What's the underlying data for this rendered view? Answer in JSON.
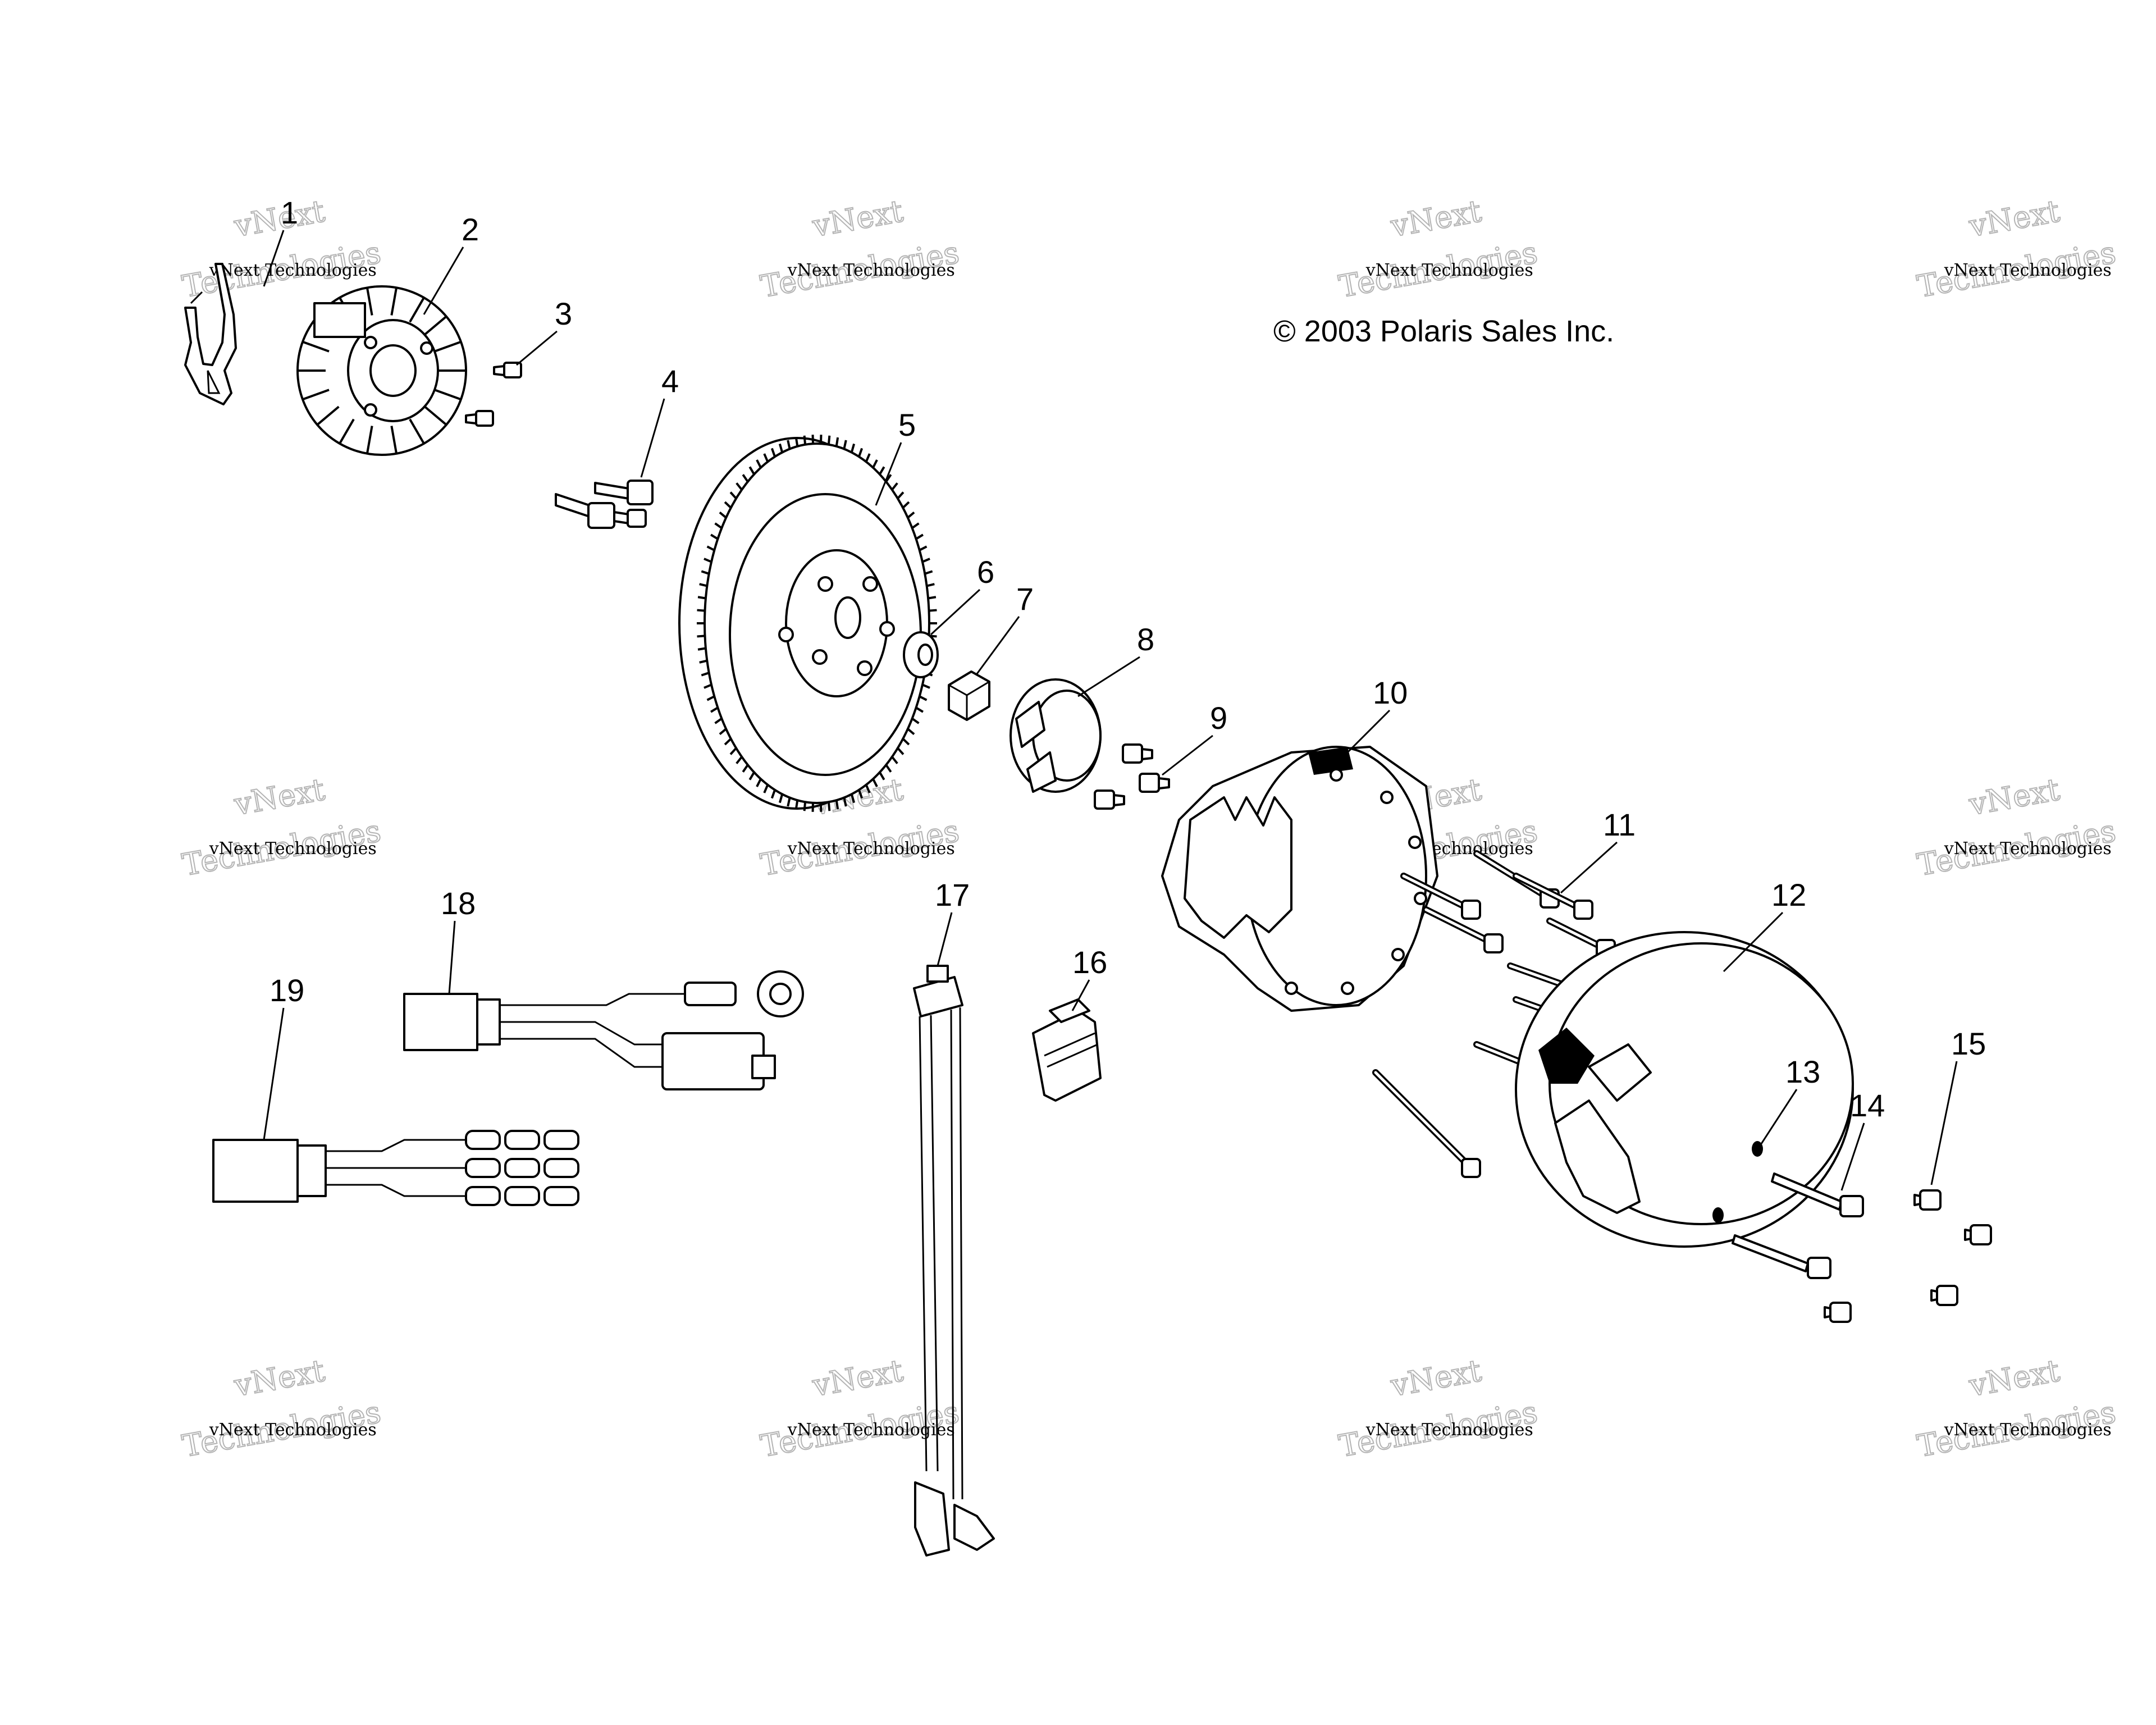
{
  "copyright": "© 2003 Polaris Sales Inc.",
  "watermark": {
    "line1": "vNext Technologies",
    "line2": "vNext",
    "line3": "Technologies"
  },
  "callouts": [
    "1",
    "2",
    "3",
    "4",
    "5",
    "6",
    "7",
    "8",
    "9",
    "10",
    "11",
    "12",
    "13",
    "14",
    "15",
    "16",
    "17",
    "18",
    "19"
  ],
  "colors": {
    "line": "#000000",
    "watermark_outline": "#b4b4b4",
    "background": "#ffffff"
  }
}
